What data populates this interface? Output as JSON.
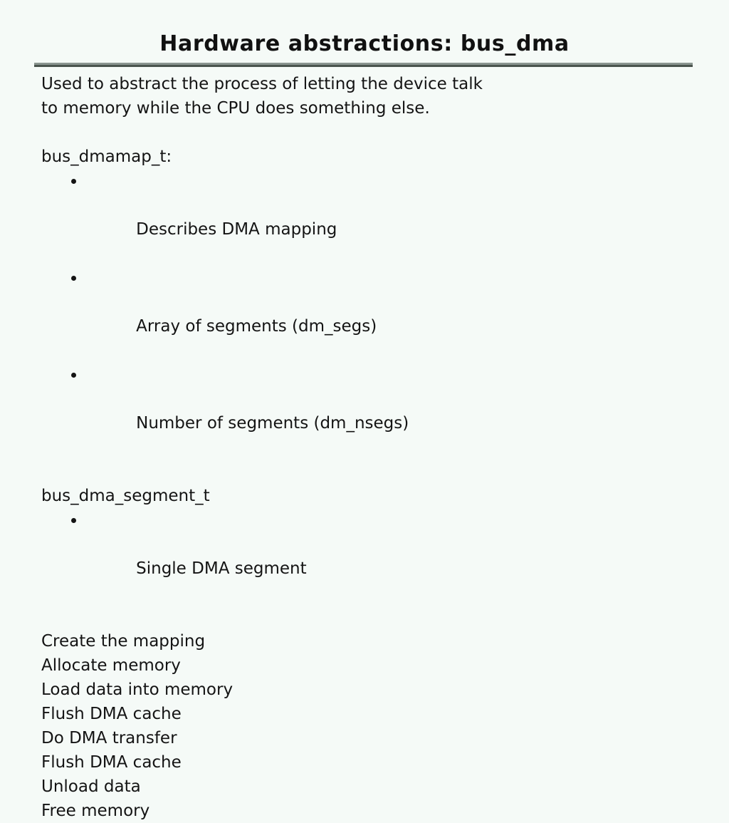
{
  "slide": {
    "title": "Hardware abstractions: bus_dma",
    "intro": [
      "Used to abstract the process of letting the device talk",
      "to memory while the CPU does something else."
    ],
    "sections": [
      {
        "heading": "bus_dmamap_t:",
        "bullets": [
          "Describes DMA mapping",
          "Array of segments (dm_segs)",
          "Number of segments (dm_nsegs)"
        ]
      },
      {
        "heading": "bus_dma_segment_t",
        "bullets": [
          "Single DMA segment"
        ]
      }
    ],
    "steps": [
      "Create the mapping",
      "Allocate memory",
      "Load data into memory",
      "Flush DMA cache",
      "Do DMA transfer",
      "Flush DMA cache",
      "Unload data",
      "Free memory"
    ],
    "colors": {
      "background": "#f5faf7",
      "text": "#141414",
      "rule_light": "#8a9590",
      "rule_dark": "#4a544e"
    }
  }
}
